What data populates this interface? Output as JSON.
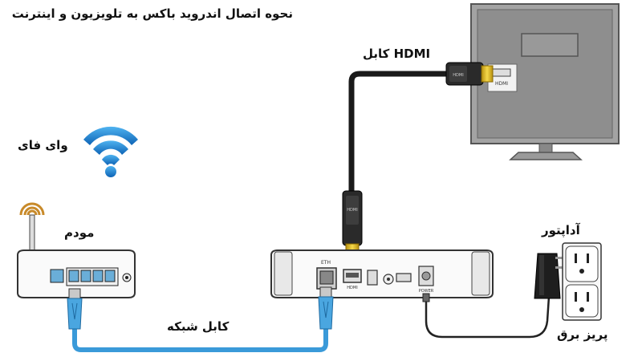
{
  "title": "نحوه اتصال اندروید باکس به تلویزیون و اینترنت",
  "labels": {
    "wifi": "وای فای",
    "modem": "مودم",
    "hdmi_cable": "کابل HDMI",
    "network_cable": "کابل شبکه",
    "adapter": "آداپتور",
    "power_outlet": "پریز برق"
  },
  "device_text": {
    "tv_port": "HDMI",
    "hdmi_plug_top": "HDMI",
    "hdmi_plug_bottom": "HDMI",
    "box_eth": "ETH",
    "box_hdmi": "HDMI",
    "box_power": "POWER"
  },
  "colors": {
    "network_cable": "#3a9ad9",
    "hdmi_cable": "#1a1a1a",
    "hdmi_gold": "#e8c21a",
    "wifi_blue": "#1f86d6",
    "modem_antenna": "#c88a2a",
    "tv_frame": "#9a9a9a"
  }
}
